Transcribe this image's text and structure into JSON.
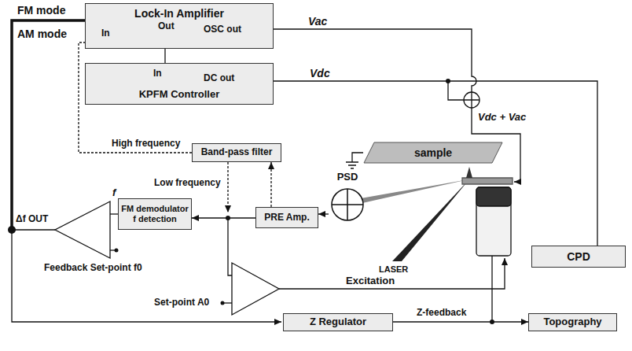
{
  "diagram": {
    "nodes": [
      {
        "text": [
          "Lock-In Amplifier",
          "In",
          "Out",
          "OSC out"
        ]
      },
      {
        "text": [
          "In",
          "DC out",
          "KPFM Controller"
        ]
      },
      {
        "text": [
          "Band-pass filter"
        ]
      },
      {
        "text": [
          "sample"
        ]
      },
      {
        "text": [
          "PSD"
        ]
      },
      {
        "text": [
          "PRE Amp."
        ]
      },
      {
        "text": [
          "FM demodulator f detection"
        ]
      },
      {
        "text": [
          "CPD"
        ]
      },
      {
        "text": [
          "Z Regulator"
        ]
      },
      {
        "text": [
          "Topography"
        ]
      }
    ],
    "edges": [
      {
        "from": 0,
        "to": 1,
        "arrow": "none"
      },
      {
        "from": 4,
        "to": 5,
        "arrow": "to"
      },
      {
        "from": 5,
        "to": 6,
        "arrow": "to"
      },
      {
        "from": 5,
        "to": 2,
        "arrow": "to"
      },
      {
        "from": 2,
        "to": 0,
        "label": "High frequency",
        "arrow": "none"
      },
      {
        "from": 1,
        "to": 7,
        "label": "Vdc",
        "arrow": "none"
      },
      {
        "from": 8,
        "to": 9,
        "arrow": "to"
      }
    ],
    "labels": [
      "FM mode",
      "AM mode",
      "Vac",
      "Vdc + Vac",
      "Low frequency",
      "f",
      "Δf OUT",
      "Feedback Set-point f0",
      "Set-point A0",
      "Excitation",
      "LASER",
      "Z-feedback"
    ]
  }
}
